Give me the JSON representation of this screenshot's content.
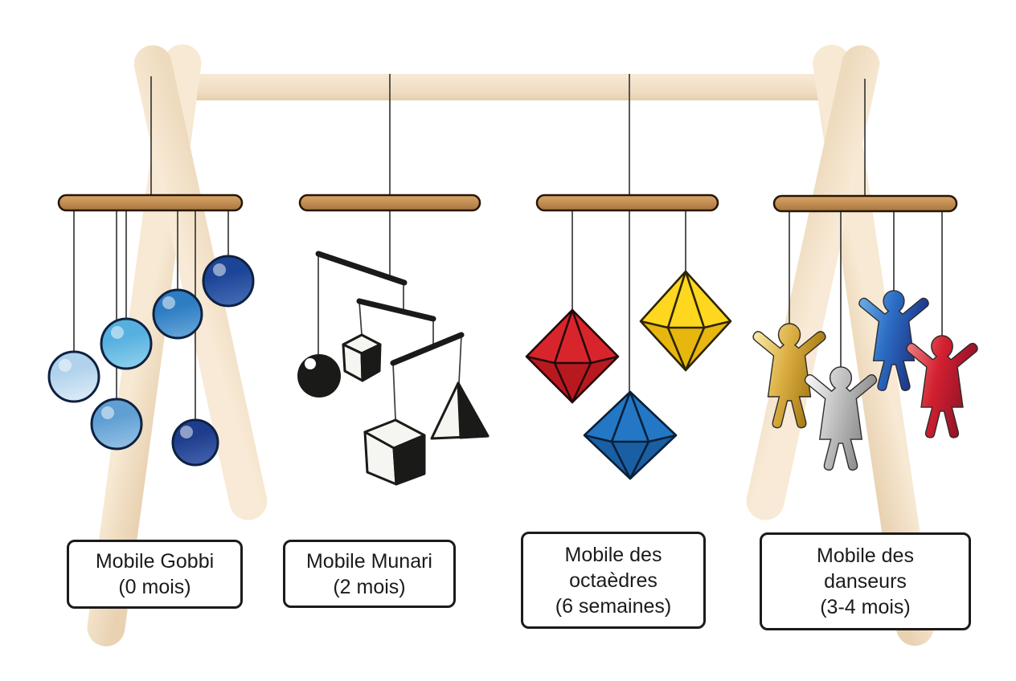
{
  "figure": {
    "subject": "Quatre mobiles Montessori suspendus a un portique en bois",
    "language": "fr"
  },
  "labels": [
    {
      "name": "Mobile Gobbi",
      "age": "(0 mois)"
    },
    {
      "name": "Mobile Munari",
      "age": "(2 mois)"
    },
    {
      "name": "Mobile des octaèdres",
      "age": "(6 semaines)"
    },
    {
      "name": "Mobile des danseurs",
      "age": "(3-4 mois)"
    }
  ],
  "palette": {
    "background": "#ffffff",
    "frame_wood_light": "#f8ead6",
    "frame_wood_shadow": "#e9d2b2",
    "bar_wood_light": "#d9a768",
    "bar_wood": "#c08b51",
    "bar_wood_dark": "#a5763f",
    "bar_outline": "#271605",
    "string": "#3b3b3b",
    "label_border": "#1b1b1b",
    "label_text": "#1b1b1b"
  },
  "gobbi": {
    "outline": "#0f2140",
    "spheres": [
      {
        "main": "#b0d2ec",
        "light": "#d6e8f6"
      },
      {
        "main": "#5f9fd3",
        "light": "#8cbce2"
      },
      {
        "main": "#55b0df",
        "light": "#86cbeb"
      },
      {
        "main": "#2e7cc2",
        "light": "#5da0d6"
      },
      {
        "main": "#1e3e8d",
        "light": "#3d5ca8"
      },
      {
        "main": "#1d4597",
        "light": "#3f66b2"
      }
    ]
  },
  "munari": {
    "black": "#1a1a18",
    "white": "#f5f5f2"
  },
  "octahedra": [
    {
      "label": "red",
      "upper": "#d8252b",
      "lower": "#b8191f",
      "outline": "#23090a"
    },
    {
      "label": "yellow",
      "upper": "#fed71e",
      "lower": "#e7b70f",
      "outline": "#2d2403"
    },
    {
      "label": "blue",
      "upper": "#2377c5",
      "lower": "#1a5fa4",
      "outline": "#0a2038"
    }
  ],
  "danseurs": [
    {
      "label": "gold",
      "c1": "#faf0ae",
      "c2": "#ddb045",
      "c3": "#a0760e"
    },
    {
      "label": "silver",
      "c1": "#ffffff",
      "c2": "#c2c2c2",
      "c3": "#878787"
    },
    {
      "label": "blue",
      "c1": "#6fb0e6",
      "c2": "#2b6cc4",
      "c3": "#1e2f80"
    },
    {
      "label": "red",
      "c1": "#ef8585",
      "c2": "#d32030",
      "c3": "#8e1228"
    }
  ]
}
